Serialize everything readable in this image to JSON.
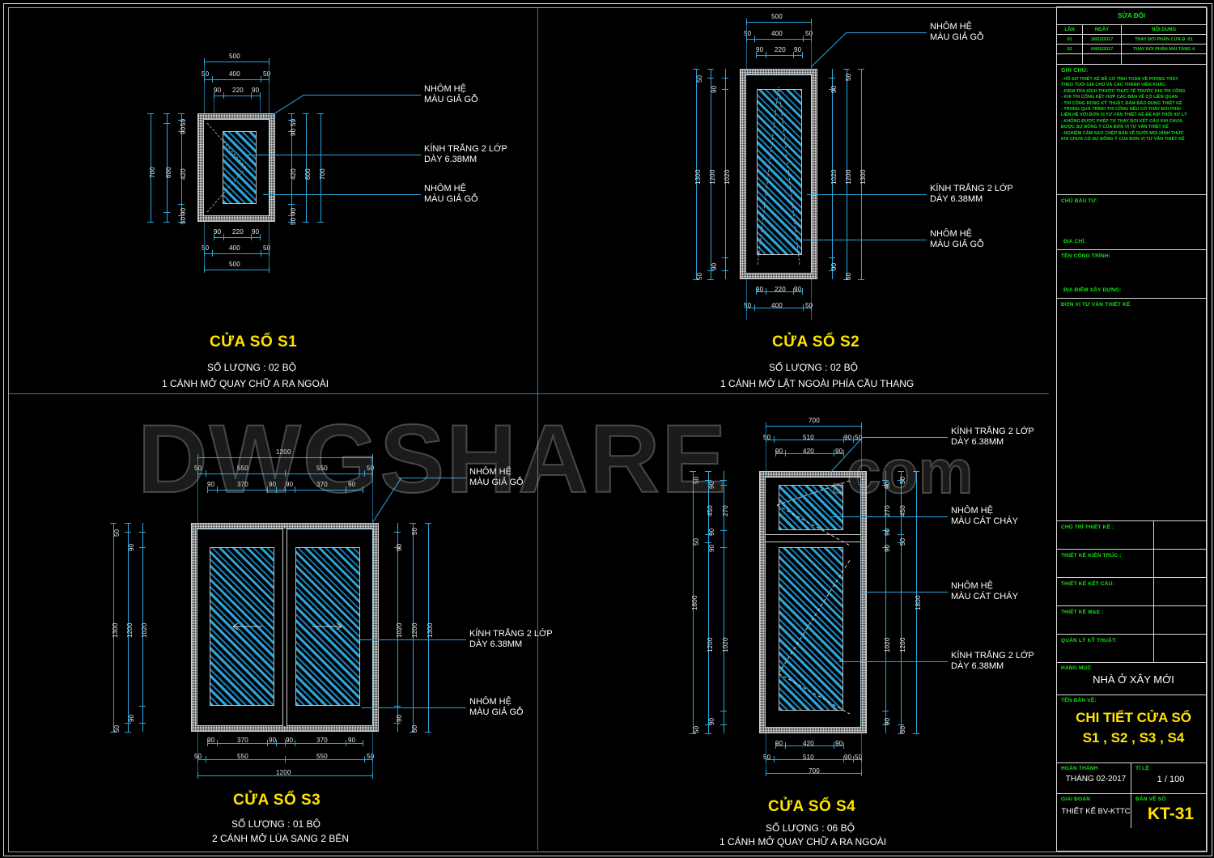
{
  "sheet": {
    "background": "#000000",
    "accent_dim": "#2aa7e0",
    "accent_title": "#ffe400",
    "accent_green": "#12e312"
  },
  "watermark": {
    "text": "DWGSHARE",
    "suffix": ".com"
  },
  "windows": [
    {
      "id": "S1",
      "title": "CỬA SỔ  S1",
      "quantity_label": "SỐ LƯỢNG : 02 BỘ",
      "operation_label": "1 CÁNH MỞ QUAY CHỮ A RA NGOÀI",
      "width_mm": 500,
      "height_mm": 700,
      "dims": {
        "top_outer": [
          "500"
        ],
        "top_mid": [
          "50",
          "400",
          "50"
        ],
        "top_inner": [
          "90",
          "220",
          "90"
        ],
        "bottom_inner": [
          "90",
          "220",
          "90"
        ],
        "bottom_mid": [
          "50",
          "400",
          "50"
        ],
        "bottom_outer": [
          "500"
        ],
        "left_outer": [
          "700"
        ],
        "left_mid": [
          "600"
        ],
        "left_inner": [
          "50",
          "90",
          "420",
          "90",
          "50"
        ],
        "right_inner": [
          "50",
          "90",
          "420",
          "90",
          "50"
        ],
        "right_mid": [
          "600"
        ],
        "right_outer": [
          "700"
        ]
      },
      "callouts": [
        {
          "line1": "NHÔM HỆ",
          "line2": "MÀU GIẢ GỖ"
        },
        {
          "line1": "KÍNH TRẮNG  2 LỚP",
          "line2": "DÀY 6.38MM"
        },
        {
          "line1": "NHÔM HỆ",
          "line2": "MÀU GIẢ GỖ"
        }
      ]
    },
    {
      "id": "S2",
      "title": "CỬA SỔ  S2",
      "quantity_label": "SỐ LƯỢNG : 02 BỘ",
      "operation_label": "1 CÁNH MỞ LẬT NGOÀI PHÍA CẦU THANG",
      "width_mm": 500,
      "height_mm": 1300,
      "dims": {
        "top_outer": [
          "500"
        ],
        "top_mid": [
          "50",
          "400",
          "50"
        ],
        "top_inner": [
          "90",
          "220",
          "90"
        ],
        "bottom_inner": [
          "90",
          "220",
          "90"
        ],
        "bottom_mid": [
          "50",
          "400",
          "50"
        ],
        "bottom_outer": [
          "500"
        ],
        "left_outer": [
          "1300"
        ],
        "left_mid": [
          "1200"
        ],
        "left_inner2": [
          "1020"
        ],
        "left_ticks": [
          "50",
          "90",
          "90",
          "50"
        ],
        "right_inner2": [
          "1020"
        ],
        "right_mid": [
          "1200"
        ],
        "right_outer": [
          "1300"
        ],
        "right_ticks": [
          "50",
          "90",
          "90",
          "50"
        ]
      },
      "callouts": [
        {
          "line1": "NHÔM HỆ",
          "line2": "MÀU GIẢ GỖ"
        },
        {
          "line1": "KÍNH TRẮNG  2 LỚP",
          "line2": "DÀY 6.38MM"
        },
        {
          "line1": "NHÔM HỆ",
          "line2": "MÀU GIẢ GỖ"
        }
      ]
    },
    {
      "id": "S3",
      "title": "CỬA SỔ  S3",
      "quantity_label": "SỐ LƯỢNG : 01 BỘ",
      "operation_label": "2 CÁNH MỞ  LÙA SANG 2 BÊN",
      "width_mm": 1200,
      "height_mm": 1300,
      "dims": {
        "top_outer": [
          "1200"
        ],
        "top_mid": [
          "50",
          "550",
          "550",
          "50"
        ],
        "top_inner": [
          "90",
          "370",
          "90",
          "90",
          "370",
          "90"
        ],
        "bottom_inner": [
          "90",
          "370",
          "90",
          "90",
          "370",
          "90"
        ],
        "bottom_mid": [
          "50",
          "550",
          "550",
          "50"
        ],
        "bottom_outer": [
          "1200"
        ],
        "left_outer": [
          "1300"
        ],
        "left_mid": [
          "1200"
        ],
        "left_inner2": [
          "1020"
        ],
        "left_ticks": [
          "50",
          "90",
          "90",
          "50"
        ],
        "right_inner2": [
          "1020"
        ],
        "right_mid": [
          "1200"
        ],
        "right_outer": [
          "1300"
        ],
        "right_ticks": [
          "50",
          "90",
          "90",
          "50"
        ]
      },
      "callouts": [
        {
          "line1": "NHÔM HỆ",
          "line2": "MÀU GIẢ GỖ"
        },
        {
          "line1": "KÍNH TRẮNG  2 LỚP",
          "line2": "DÀY 6.38MM"
        },
        {
          "line1": "NHÔM HỆ",
          "line2": "MÀU GIẢ GỖ"
        }
      ]
    },
    {
      "id": "S4",
      "title": "CỬA SỔ  S4",
      "quantity_label": "SỐ LƯỢNG : 06 BỘ",
      "operation_label": "1 CÁNH MỞ QUAY CHỮ A RA NGOÀI",
      "width_mm": 700,
      "height_mm": 1800,
      "dims": {
        "top_outer": [
          "700"
        ],
        "top_mid": [
          "50",
          "510",
          "90",
          "50"
        ],
        "top_inner": [
          "90",
          "420",
          "90"
        ],
        "bottom_inner": [
          "90",
          "420",
          "90"
        ],
        "bottom_mid": [
          "50",
          "510",
          "90",
          "50"
        ],
        "bottom_outer": [
          "700"
        ],
        "left_outer": [
          "1800"
        ],
        "left_upper": [
          "450"
        ],
        "left_upper_in": [
          "270"
        ],
        "left_lower": [
          "1200"
        ],
        "left_lower_in": [
          "1020"
        ],
        "left_ticks": [
          "50",
          "90",
          "90",
          "50",
          "90",
          "90",
          "50"
        ],
        "right_upper": [
          "450"
        ],
        "right_upper_in": [
          "270"
        ],
        "right_lower": [
          "1200"
        ],
        "right_lower_in": [
          "1020"
        ],
        "right_outer": [
          "1800"
        ],
        "right_ticks": [
          "50",
          "90",
          "90",
          "50",
          "90",
          "90",
          "50"
        ]
      },
      "callouts": [
        {
          "line1": "KÍNH TRẮNG  2 LỚP",
          "line2": "DÀY 6.38MM"
        },
        {
          "line1": "NHÔM HỆ",
          "line2": "MÀU CÁT CHÁY"
        },
        {
          "line1": "NHÔM HỆ",
          "line2": "MÀU CÁT CHÁY"
        },
        {
          "line1": "KÍNH TRẮNG  2 LỚP",
          "line2": "DÀY 6.38MM"
        }
      ]
    }
  ],
  "title_block": {
    "revision": {
      "heading": "SỬA ĐỔI",
      "columns": [
        "LẦN",
        "NGÀY",
        "NỘI DUNG"
      ],
      "rows": [
        {
          "no": "01",
          "date": "18/03/2017",
          "content": "THAY ĐỔI PHẦN CỬA Đ -01"
        },
        {
          "no": "02",
          "date": "04/05/2017",
          "content": "THAY ĐỔI PHẦN MÁI TẦNG 4"
        },
        {
          "no": "",
          "date": "",
          "content": ""
        }
      ]
    },
    "notes": {
      "heading": "GHI CHÚ:",
      "lines": [
        "- HỒ SƠ THIẾT KẾ ĐÃ CÓ TÍNH TOÁN VỀ PHONG THỦY",
        "THEO TUỔI GIA CHỦ VÀ CÁC THÀNH VIÊN KHÁC",
        "- KIỂM TRA KÍCH THƯỚC THỰC TẾ TRƯỚC KHI THI CÔNG",
        "- KHI THI CÔNG KẾT HỢP CÁC BẢN VẼ CÓ LIÊN QUAN",
        "- THI CÔNG ĐÚNG KỸ THUẬT, ĐẢM BẢO ĐÚNG THIẾT KẾ",
        "- TRONG QUÁ TRÌNH THI CÔNG NẾU CÓ THAY ĐỔI PHẢI",
        "LIÊN HỆ VỚI ĐƠN VỊ TƯ VẤN THIẾT KẾ ĐỂ KỊP THỜI XỬ LÝ",
        "- KHÔNG ĐƯỢC PHÉP TỰ THAY ĐỔI KẾT CẤU KHI CHƯA",
        "ĐƯỢC SỰ ĐỒNG Ý CỦA ĐƠN VỊ TƯ VẤN  THIẾT KẾ",
        "- NGHIÊM CẤM SAO CHÉP BẢN VẼ DƯỚI MỌI HÌNH THỨC",
        "KHI CHƯA CÓ  SỰ ĐỒNG Ý CỦA ĐƠN VỊ TƯ VẤN THIẾT KẾ"
      ]
    },
    "fields": [
      {
        "label": "CHỦ ĐẦU TƯ:",
        "value": ""
      },
      {
        "label": "ĐỊA CHỈ:",
        "value": ""
      },
      {
        "label": "TÊN CÔNG TRÌNH:",
        "value": ""
      },
      {
        "label": "ĐỊA ĐIỂM XÂY DỰNG:",
        "value": ""
      },
      {
        "label": "ĐƠN VỊ TƯ VẤN THIẾT KẾ",
        "value": ""
      }
    ],
    "signoffs": [
      {
        "label": "CHỦ TRÌ THIẾT KẾ :",
        "value": ""
      },
      {
        "label": "THIẾT KẾ KIẾN TRÚC :",
        "value": ""
      },
      {
        "label": "THIẾT KẾ KẾT CẤU:",
        "value": ""
      },
      {
        "label": "THIẾT KẾ M&E :",
        "value": ""
      },
      {
        "label": "QUẢN LÝ KỸ THUẬT:",
        "value": ""
      }
    ],
    "category": {
      "label": "HẠNG MỤC",
      "value": "NHÀ Ở XÂY MỚI"
    },
    "drawing": {
      "label": "TÊN BẢN VẼ:",
      "line1": "CHI TIẾT CỬA SỔ",
      "line2": "S1 , S2 , S3 , S4"
    },
    "footer": [
      {
        "label": "HOÀN THÀNH",
        "value": "THÁNG  02-2017"
      },
      {
        "label": "TỈ LỆ",
        "value": "1 / 100"
      },
      {
        "label": "GIAI ĐOẠN",
        "value": "THIẾT KẾ BV-KTTC"
      },
      {
        "label": "BẢN VẼ SỐ",
        "value": "KT-31"
      }
    ]
  }
}
